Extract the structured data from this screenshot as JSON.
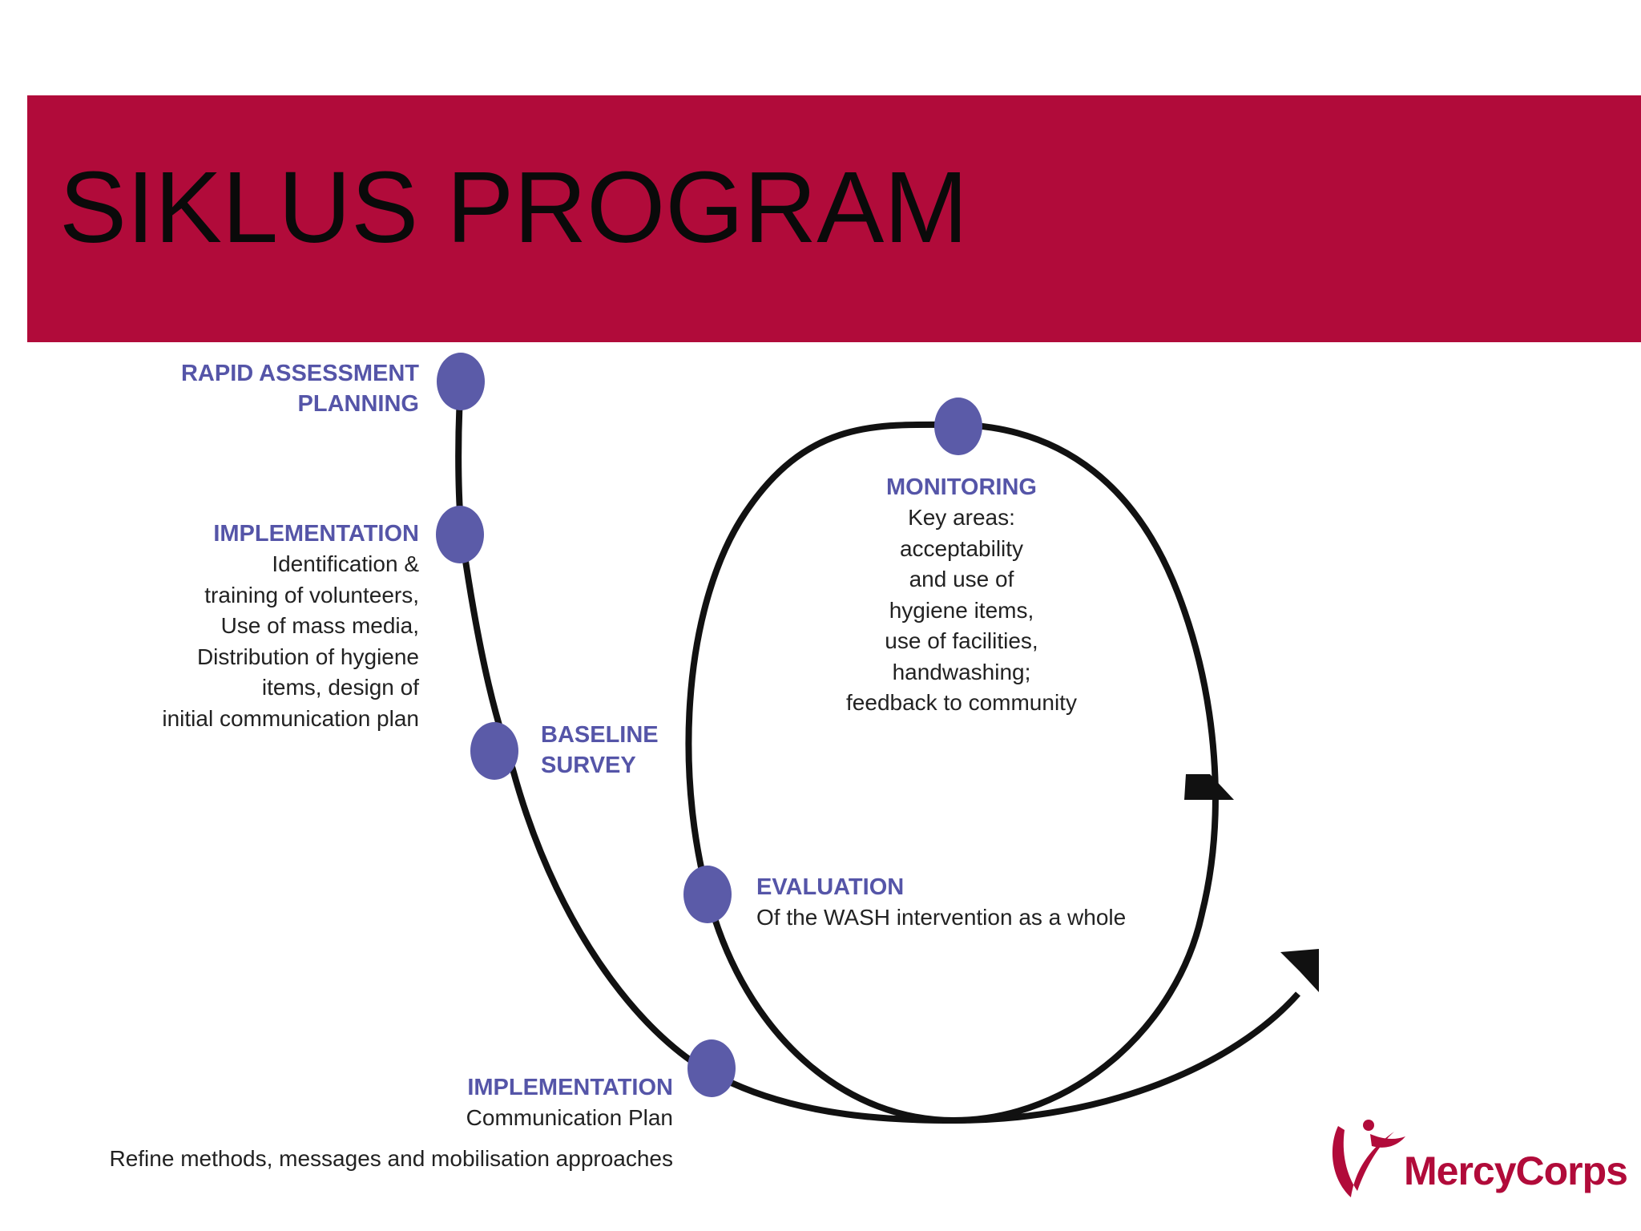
{
  "slide": {
    "title": "SIKLUS PROGRAM",
    "brand_color": "#b10b3a",
    "node_color": "#5b5ba8"
  },
  "stages": {
    "rapid": {
      "heading": [
        "RAPID ASSESSMENT",
        "PLANNING"
      ]
    },
    "implementation1": {
      "heading": "IMPLEMENTATION",
      "lines": [
        "Identification &",
        "training of volunteers,",
        "Use of mass media,",
        "Distribution of hygiene",
        "items, design of",
        "initial communication plan"
      ]
    },
    "baseline": {
      "heading": [
        "BASELINE",
        "SURVEY"
      ]
    },
    "monitoring": {
      "heading": "MONITORING",
      "lines": [
        "Key areas:",
        "acceptability",
        "and use of",
        "hygiene items,",
        "use of facilities,",
        "handwashing;",
        "feedback to community"
      ]
    },
    "evaluation": {
      "heading": "EVALUATION",
      "lines": [
        "Of the WASH intervention as a whole"
      ]
    },
    "implementation2": {
      "heading": "IMPLEMENTATION",
      "lines": [
        "Communication Plan"
      ],
      "note": "Refine methods, messages and mobilisation approaches"
    }
  },
  "logo": {
    "name": "MercyCorps"
  }
}
